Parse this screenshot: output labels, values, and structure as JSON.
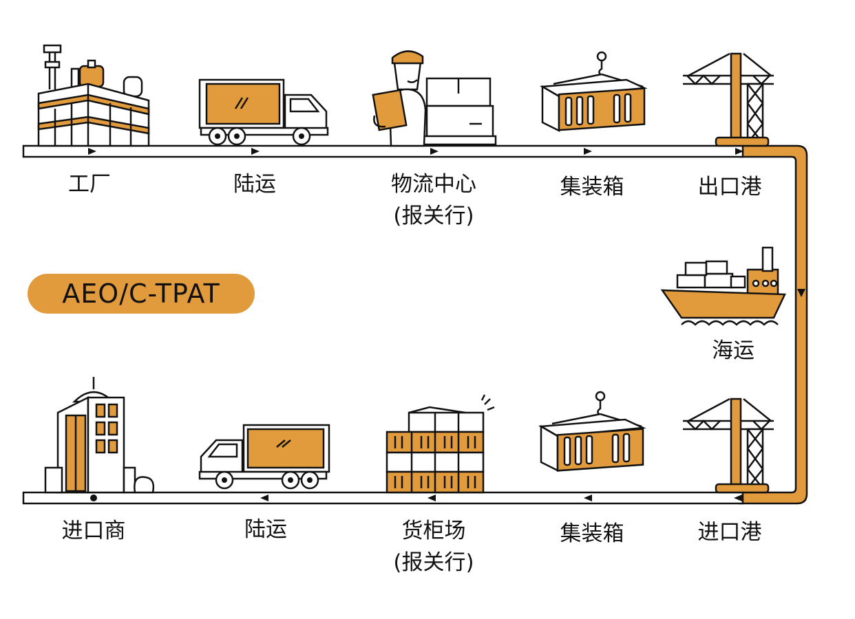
{
  "badge": "AEO/C-TPAT",
  "colors": {
    "accent": "#e19a3c",
    "ink": "#111111"
  },
  "top_row": [
    {
      "label": "工厂",
      "icon": "factory-icon"
    },
    {
      "label": "陆运",
      "icon": "truck-icon"
    },
    {
      "label": "物流中心",
      "sub": "(报关行)",
      "icon": "logistics-worker-icon"
    },
    {
      "label": "集装箱",
      "icon": "container-icon"
    },
    {
      "label": "出口港",
      "icon": "crane-icon"
    }
  ],
  "sea": {
    "label": "海运",
    "icon": "ship-icon"
  },
  "bottom_row": [
    {
      "label": "进口商",
      "icon": "office-building-icon"
    },
    {
      "label": "陆运",
      "icon": "truck-icon"
    },
    {
      "label": "货柜场",
      "sub": "(报关行)",
      "icon": "container-yard-icon"
    },
    {
      "label": "集装箱",
      "icon": "container-icon"
    },
    {
      "label": "进口港",
      "icon": "crane-icon"
    }
  ]
}
